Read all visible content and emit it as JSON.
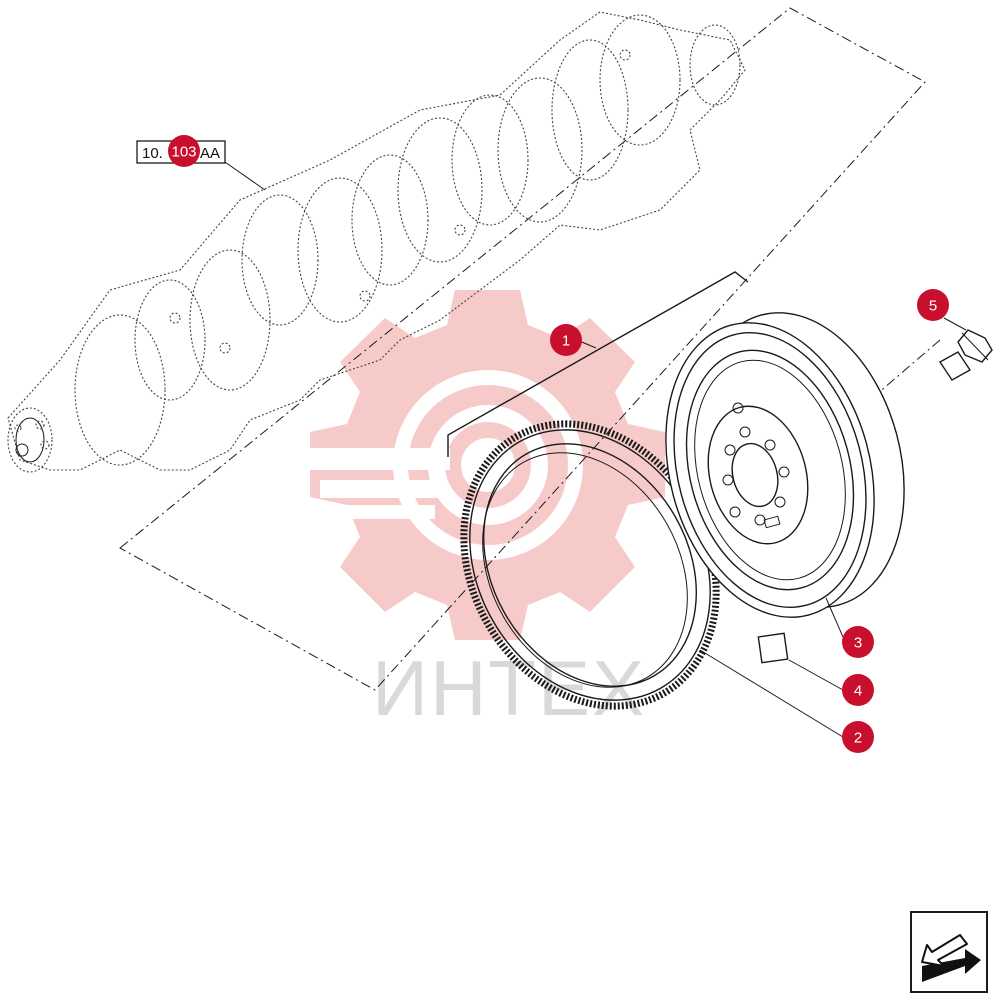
{
  "watermark": {
    "text": "ИНТЕХ",
    "color": "#f2a0a0"
  },
  "reference": {
    "prefix": "10.",
    "callout": "103",
    "suffix": "AA"
  },
  "callouts": [
    "1",
    "2",
    "3",
    "4",
    "5"
  ],
  "colors": {
    "callout": "#c8102e",
    "line": "#1a1a1a"
  },
  "nav_icon": "next-page-arrow-icon"
}
